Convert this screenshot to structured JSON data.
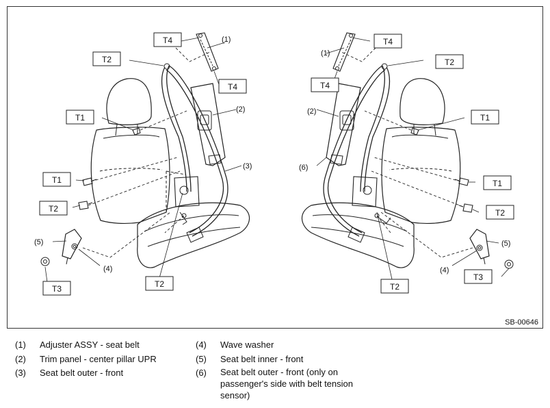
{
  "figure": {
    "id_label": "SB-00646",
    "torque_tags": {
      "left": [
        "T4",
        "T2",
        "T4",
        "T1",
        "T1",
        "T2",
        "T3",
        "T2"
      ],
      "right": [
        "T4",
        "T2",
        "T4",
        "T1",
        "T1",
        "T2",
        "T3",
        "T2"
      ]
    },
    "callouts": {
      "left": [
        "(1)",
        "(2)",
        "(3)",
        "(5)",
        "(4)"
      ],
      "right": [
        "(1)",
        "(2)",
        "(6)",
        "(5)",
        "(4)"
      ]
    }
  },
  "legend": {
    "left": [
      {
        "num": "(1)",
        "text": "Adjuster ASSY - seat belt"
      },
      {
        "num": "(2)",
        "text": "Trim panel - center pillar UPR"
      },
      {
        "num": "(3)",
        "text": "Seat belt outer - front"
      }
    ],
    "right": [
      {
        "num": "(4)",
        "text": "Wave washer"
      },
      {
        "num": "(5)",
        "text": "Seat belt inner - front"
      },
      {
        "num": "(6)",
        "text": "Seat belt outer - front (only on passenger's side with belt tension sensor)"
      }
    ]
  }
}
